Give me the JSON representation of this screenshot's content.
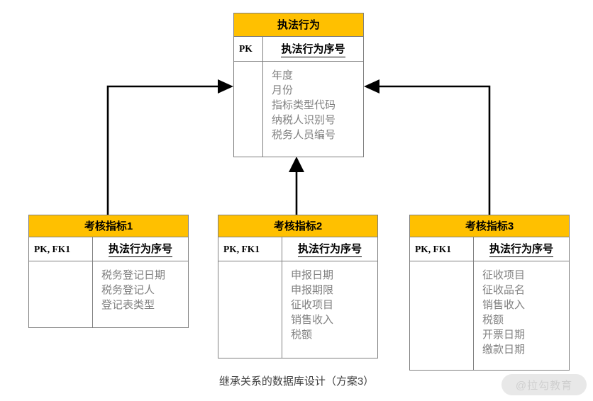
{
  "diagram": {
    "caption": "继承关系的数据库设计（方案3）",
    "watermark": "@拉勾教育",
    "colors": {
      "header_fill": "#FFC000",
      "border": "#7F7F7F",
      "attribute_text": "#808080",
      "key_text": "#000000",
      "connector": "#000000",
      "background": "#FFFFFF"
    }
  },
  "entities": {
    "parent": {
      "title": "执法行为",
      "key_label": "PK",
      "key_field": "执法行为序号",
      "attributes": [
        "年度",
        "月份",
        "指标类型代码",
        "纳税人识别号",
        "税务人员编号"
      ]
    },
    "child1": {
      "title": "考核指标1",
      "key_label": "PK, FK1",
      "key_field": "执法行为序号",
      "attributes": [
        "税务登记日期",
        "税务登记人",
        "登记表类型"
      ]
    },
    "child2": {
      "title": "考核指标2",
      "key_label": "PK, FK1",
      "key_field": "执法行为序号",
      "attributes": [
        "申报日期",
        "申报期限",
        "征收项目",
        "销售收入",
        "税额"
      ]
    },
    "child3": {
      "title": "考核指标3",
      "key_label": "PK, FK1",
      "key_field": "执法行为序号",
      "attributes": [
        "征收项目",
        "征收品名",
        "销售收入",
        "税额",
        "开票日期",
        "缴款日期"
      ]
    }
  },
  "relationships": [
    {
      "name": "child1-to-parent",
      "from": "考核指标1",
      "to": "执法行为",
      "arrow": "inheritance"
    },
    {
      "name": "child2-to-parent",
      "from": "考核指标2",
      "to": "执法行为",
      "arrow": "inheritance"
    },
    {
      "name": "child3-to-parent",
      "from": "考核指标3",
      "to": "执法行为",
      "arrow": "inheritance"
    }
  ]
}
